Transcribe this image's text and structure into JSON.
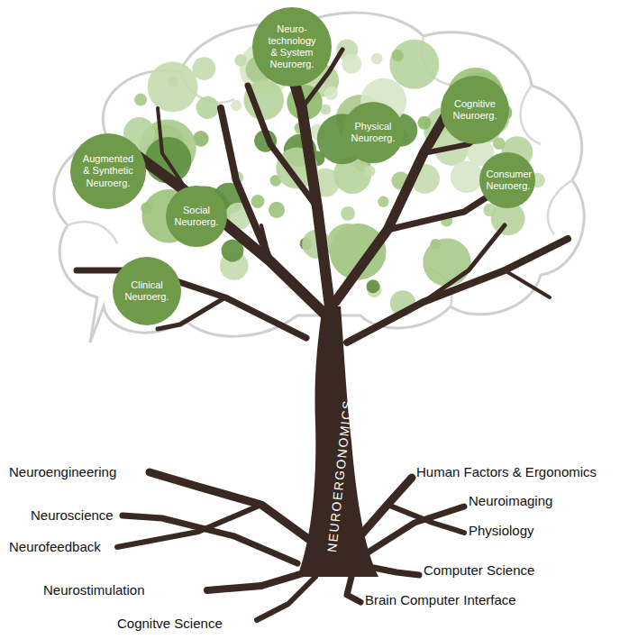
{
  "diagram": {
    "nodes": [
      {
        "text": [
          "Neuro- technology & System Neuroerg."
        ]
      },
      {
        "text": [
          "Cognitive Neuroerg."
        ]
      },
      {
        "text": [
          "Augmented & Synthetic Neuroerg."
        ]
      },
      {
        "text": [
          "Physical Neuroerg."
        ]
      },
      {
        "text": [
          "Social Neuroerg."
        ]
      },
      {
        "text": [
          "Consumer Neuroerg."
        ]
      },
      {
        "text": [
          "Clinical Neuroerg."
        ]
      }
    ],
    "labels": [
      "NEUROERGONOMICS",
      "Neuroengineering",
      "Neuroscience",
      "Neurofeedback",
      "Neurostimulation",
      "Cognitve Science",
      "Human Factors & Ergonomics",
      "Neuroimaging",
      "Physiology",
      "Computer Science",
      "Brain Computer Interface"
    ]
  }
}
